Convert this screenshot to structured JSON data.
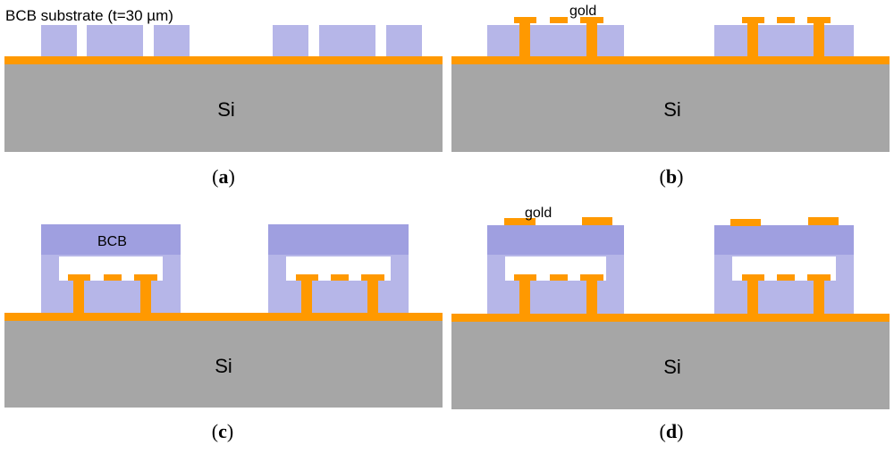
{
  "colors": {
    "silicon": "#a6a6a6",
    "gold": "#ff9900",
    "bcb_light": "#b6b6e8",
    "bcb_dark": "#9f9fe0",
    "text": "#000000"
  },
  "panels": [
    {
      "id": "a",
      "caption_open": "(",
      "caption_letter": "a",
      "caption_close": ")",
      "substrate_label": "Si",
      "annotations": [
        "BCB substrate (t=30 µm)"
      ]
    },
    {
      "id": "b",
      "caption_open": "(",
      "caption_letter": "b",
      "caption_close": ")",
      "substrate_label": "Si",
      "annotations": [
        "gold"
      ]
    },
    {
      "id": "c",
      "caption_open": "(",
      "caption_letter": "c",
      "caption_close": ")",
      "substrate_label": "Si",
      "annotations": [
        "BCB"
      ]
    },
    {
      "id": "d",
      "caption_open": "(",
      "caption_letter": "d",
      "caption_close": ")",
      "substrate_label": "Si",
      "annotations": [
        "gold"
      ]
    }
  ]
}
